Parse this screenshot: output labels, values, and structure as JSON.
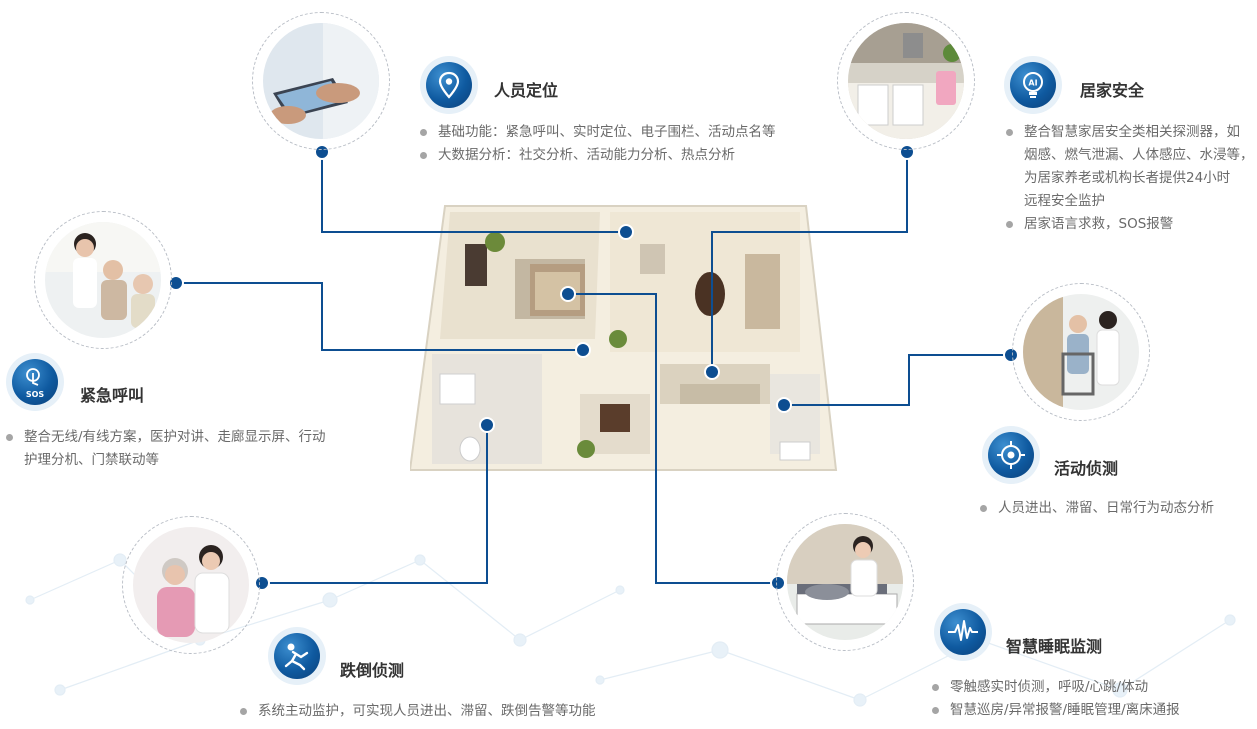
{
  "colors": {
    "accent": "#0d4e91",
    "text": "#6a6a6a",
    "title": "#333333"
  },
  "positioning": {
    "title": "人员定位",
    "icon": "location-pin-icon",
    "bullets": [
      "基础功能：紧急呼叫、实时定位、电子围栏、活动点名等",
      "大数据分析：社交分析、活动能力分析、热点分析"
    ]
  },
  "home_safety": {
    "title": "居家安全",
    "icon": "ai-bulb-icon",
    "bullet1": [
      "整合智慧家居安全类相关探测器，如",
      "烟感、燃气泄漏、人体感应、水浸等，",
      "为居家养老或机构长者提供24小时",
      "远程安全监护"
    ],
    "bullet2": "居家语言求救，SOS报警"
  },
  "emergency": {
    "title": "紧急呼叫",
    "icon": "sos-button-icon",
    "badge_text": "SOS",
    "bullet": [
      "整合无线/有线方案，医护对讲、走廊显示屏、行动",
      "护理分机、门禁联动等"
    ]
  },
  "activity": {
    "title": "活动侦测",
    "icon": "target-icon",
    "bullets": [
      "人员进出、滞留、日常行为动态分析"
    ]
  },
  "fall": {
    "title": "跌倒侦测",
    "icon": "falling-person-icon",
    "bullets": [
      "系统主动监护，可实现人员进出、滞留、跌倒告警等功能"
    ]
  },
  "sleep": {
    "title": "智慧睡眠监测",
    "icon": "heartbeat-wave-icon",
    "bullets": [
      "零触感实时侦测，呼吸/心跳/体动",
      "智慧巡房/异常报警/睡眠管理/离床通报"
    ]
  }
}
